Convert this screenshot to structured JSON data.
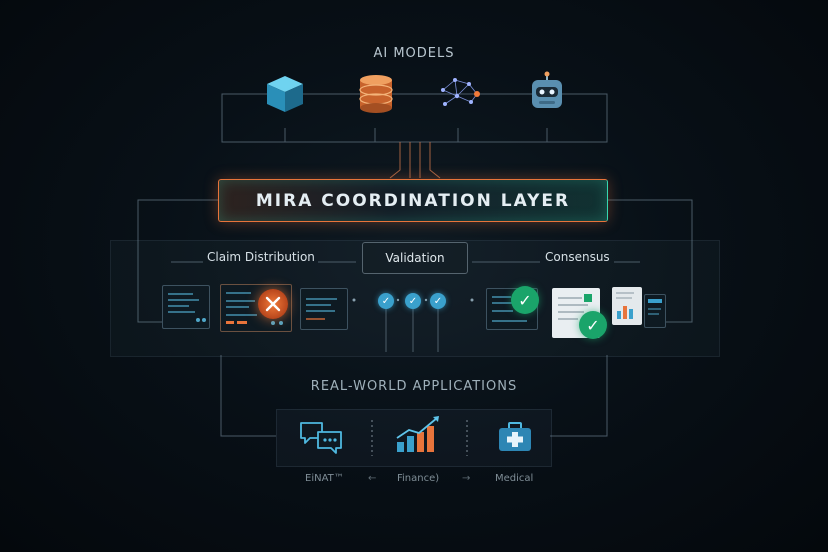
{
  "ai_models": {
    "heading": "AI MODELS",
    "icons": [
      "cube-icon",
      "database-icon",
      "neural-network-icon",
      "robot-icon"
    ]
  },
  "coordination": {
    "title": "MIRA COORDINATION LAYER"
  },
  "pipeline": {
    "claim_distribution": "Claim Distribution",
    "validation": "Validation",
    "consensus": "Consensus"
  },
  "applications": {
    "heading": "REAL-WORLD APPLICATIONS",
    "items": [
      {
        "label": "EiNAT™",
        "icon": "chat-icon"
      },
      {
        "label": "Finance)",
        "icon": "bar-chart-icon"
      },
      {
        "label": "Medical",
        "icon": "medical-kit-icon"
      }
    ],
    "separators": [
      "←",
      "→"
    ]
  },
  "colors": {
    "accent_orange": "#e8743b",
    "accent_teal": "#37d6b0",
    "check_green": "#1aa46a",
    "node_blue": "#3aa0cc"
  }
}
